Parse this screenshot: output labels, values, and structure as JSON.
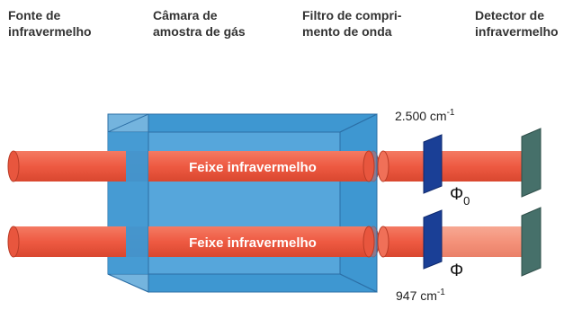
{
  "headers": [
    {
      "line1": "Fonte de",
      "line2": "infravermelho"
    },
    {
      "line1": "Câmara de",
      "line2": "amostra de gás"
    },
    {
      "line1": "Filtro de compri-",
      "line2": "mento de onda"
    },
    {
      "line1": "Detector de",
      "line2": "infravermelho"
    }
  ],
  "beams": {
    "top_label": "Feixe infravermelho",
    "bottom_label": "Feixe infravermelho"
  },
  "filters": {
    "top_wavenumber": "2.500 cm",
    "top_exponent": "-1",
    "bottom_wavenumber": "947 cm",
    "bottom_exponent": "-1"
  },
  "flux": {
    "top_symbol": "Φ",
    "top_subscript": "0",
    "bottom_symbol": "Φ"
  },
  "colors": {
    "beam": "#f0614a",
    "beam_attenuated": "#f5957d",
    "chamber_face": "#3e97d1",
    "chamber_inner": "#6ab3e4",
    "filter": "#1a3f96",
    "detector": "#46706a"
  }
}
